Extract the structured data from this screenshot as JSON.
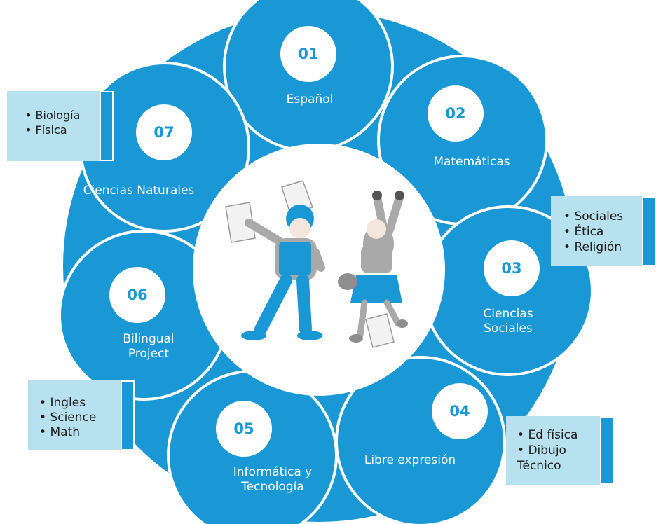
{
  "colors": {
    "primary": "#1a98d5",
    "callout_bg": "#b7e1ee",
    "text_dark": "#1b1b1b"
  },
  "segments": [
    {
      "number": "01",
      "label_lines": [
        "Español"
      ]
    },
    {
      "number": "02",
      "label_lines": [
        "Matemáticas"
      ]
    },
    {
      "number": "03",
      "label_lines": [
        "Ciencias",
        "Sociales"
      ]
    },
    {
      "number": "04",
      "label_lines": [
        "Libre expresión"
      ]
    },
    {
      "number": "05",
      "label_lines": [
        "Informática y",
        "Tecnología"
      ]
    },
    {
      "number": "06",
      "label_lines": [
        "Bilingual",
        "Project"
      ]
    },
    {
      "number": "07",
      "label_lines": [
        "Ciencias Naturales"
      ]
    }
  ],
  "callouts": {
    "naturales": [
      "Biología",
      "Física"
    ],
    "sociales": [
      "Sociales",
      "Ética",
      "Religión"
    ],
    "bilingual": [
      "Ingles",
      "Science",
      "Math"
    ],
    "libre": [
      "Ed física",
      "Dibujo",
      "Técnico"
    ]
  },
  "center_illustration": "students-celebrating-illustration"
}
